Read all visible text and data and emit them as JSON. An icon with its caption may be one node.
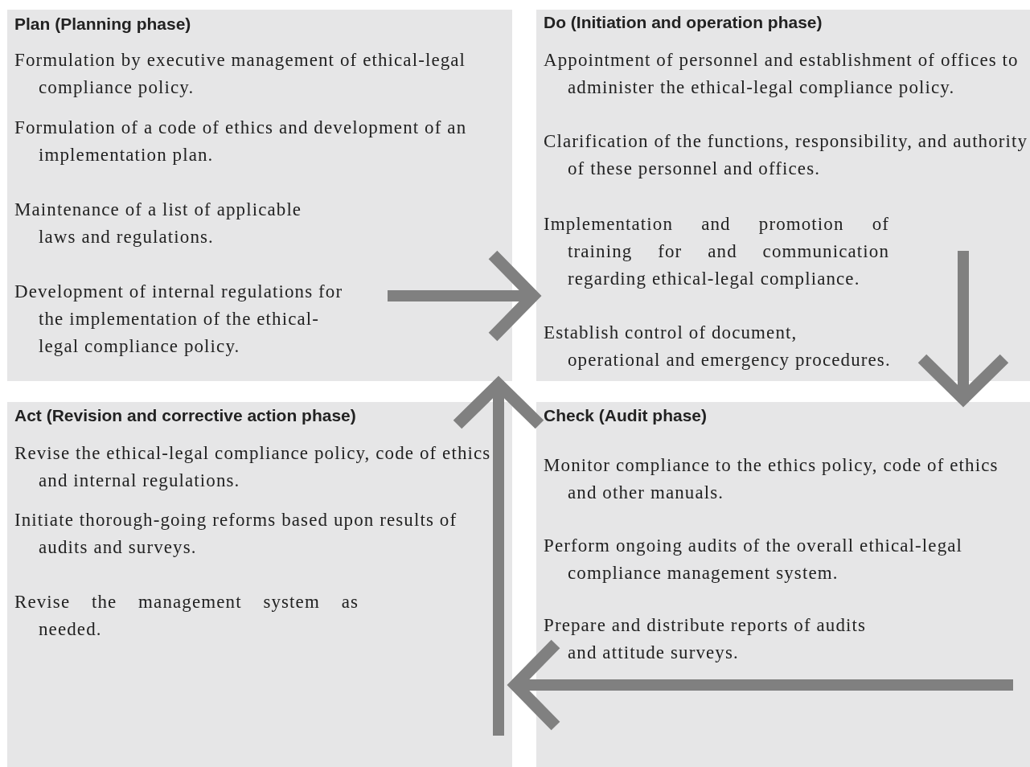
{
  "diagram": {
    "nodes": [
      {
        "text": [
          "Plan (Planning phase)",
          "Formulation by executive management of ethical-legal compliance policy.",
          "Formulation of a code of ethics and development of an implementation plan.",
          "Maintenance of a list of applicable laws and regulations.",
          "Development of internal regulations for the implementation of the ethical-legal compliance policy."
        ]
      },
      {
        "text": [
          "Do (Initiation and operation phase)",
          "Appointment of personnel and establishment of offices to administer the ethical-legal compliance policy.",
          "Clarification of the functions, responsibility, and authority of these personnel and offices.",
          "Implementation and promotion of training for and communication regarding ethical-legal compliance.",
          "Establish control of document, operational and emergency procedures."
        ]
      },
      {
        "text": [
          "Act (Revision and corrective action phase)",
          "Revise the ethical-legal compliance policy, code of ethics and internal regulations.",
          "Initiate thorough-going reforms based upon results of audits and surveys.",
          "Revise the management system as needed."
        ]
      },
      {
        "text": [
          "Check (Audit phase)",
          "Monitor compliance to the ethics policy, code of ethics and other manuals.",
          "Perform ongoing audits of the overall ethical-legal compliance management system.",
          "Prepare and distribute reports of audits and attitude surveys."
        ]
      }
    ],
    "edges": [
      {
        "from": 0,
        "to": 1,
        "arrow": "to"
      },
      {
        "from": 1,
        "to": 3,
        "arrow": "to"
      },
      {
        "from": 3,
        "to": 2,
        "arrow": "to"
      },
      {
        "from": 2,
        "to": 0,
        "arrow": "to"
      }
    ]
  }
}
